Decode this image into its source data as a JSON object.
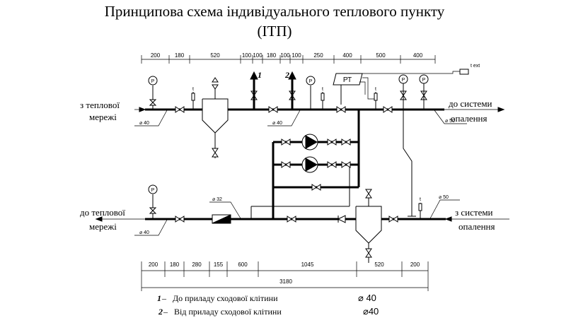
{
  "title": {
    "line1": "Принципова схема індивідуального теплового пункту",
    "line2": "(ІТП)"
  },
  "labels": {
    "from_network_1": "з теплової",
    "from_network_2": "мережі",
    "to_system_1": "до системи",
    "to_system_2": "опалення",
    "to_network_1": "до теплової",
    "to_network_2": "мережі",
    "from_system_1": "з системи",
    "from_system_2": "опалення",
    "rt": "РТ",
    "t_ext": "t ext",
    "p": "P",
    "t": "t",
    "marker1": "1",
    "marker2": "2"
  },
  "diameters": {
    "supply_in": "⌀ 40",
    "supply_mid": "⌀ 40",
    "supply_out": "⌀ 50",
    "return_out": "⌀ 40",
    "return_mid": "⌀ 32",
    "return_in": "⌀ 50"
  },
  "dims_top": [
    "200",
    "180",
    "520",
    "100",
    "100",
    "180",
    "100",
    "100",
    "250",
    "400",
    "500",
    "400"
  ],
  "dims_bottom": [
    "200",
    "180",
    "280",
    "155",
    "600",
    "1045",
    "520",
    "200"
  ],
  "dim_total": "3180",
  "legend": [
    {
      "num": "1",
      "text": "До приладу сходової клітини",
      "dia": "⌀ 40"
    },
    {
      "num": "2",
      "text": "Від приладу сходової клітини",
      "dia": "⌀40"
    }
  ]
}
